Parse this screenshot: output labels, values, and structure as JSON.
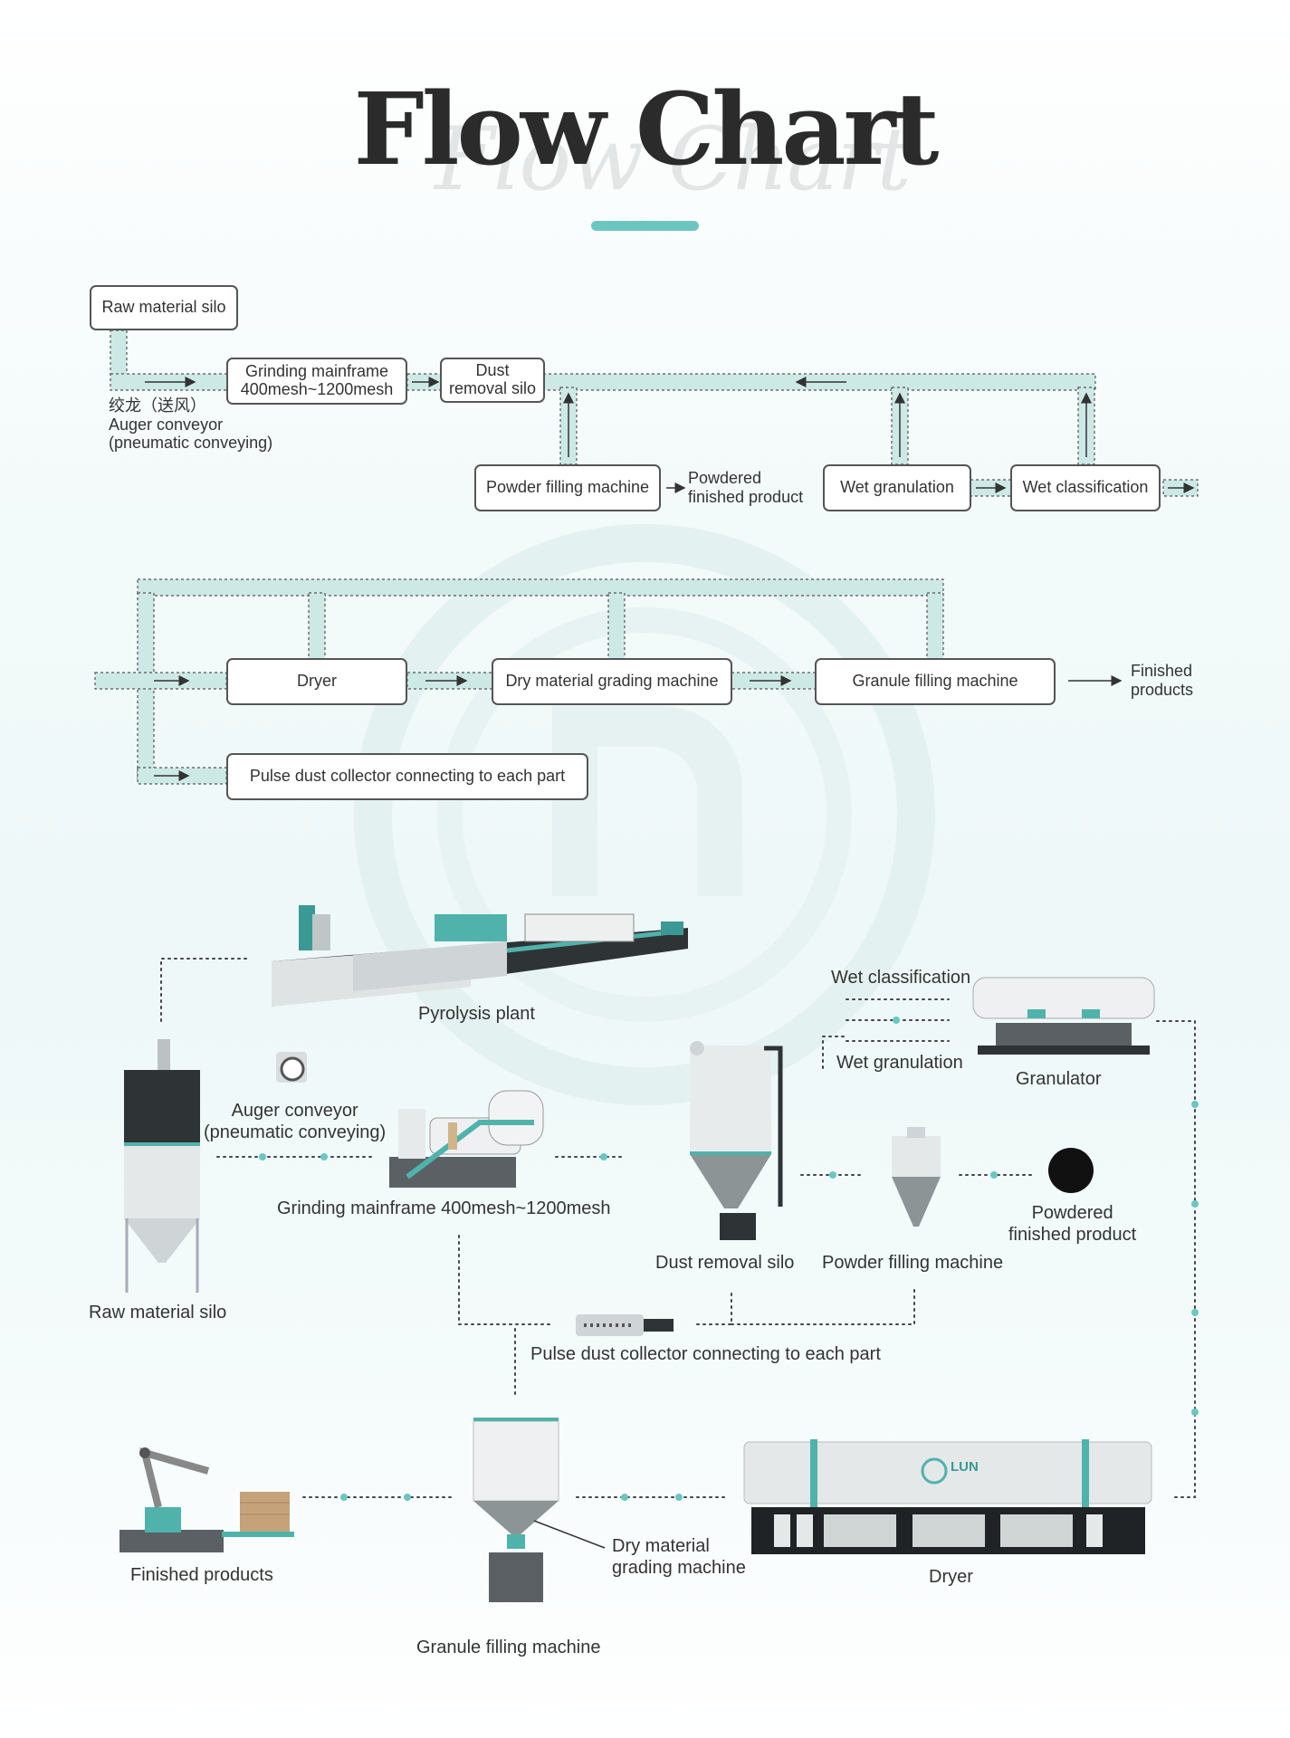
{
  "title": "Flow Chart",
  "title_shadow": "Flow Chart",
  "colors": {
    "accent": "#6bc6c1",
    "pipe": "#cde9e6",
    "dark": "#333333"
  },
  "flow": {
    "raw_material_silo": "Raw material silo",
    "auger_note": "绞龙（送风）\nAuger conveyor\n(pneumatic conveying)",
    "grinding": "Grinding mainframe\n400mesh~1200mesh",
    "dust_removal": "Dust\nremoval silo",
    "powder_filling": "Powder filling machine",
    "powdered_product": "Powdered\nfinished product",
    "wet_granulation": "Wet granulation",
    "wet_classification": "Wet classification",
    "dryer": "Dryer",
    "dry_grading": "Dry material grading machine",
    "granule_filling": "Granule filling machine",
    "finished_products": "Finished\nproducts",
    "pulse_dust": "Pulse dust collector connecting to each part"
  },
  "diagram": {
    "pyrolysis": "Pyrolysis plant",
    "wet_classification": "Wet classification",
    "wet_granulation": "Wet granulation",
    "granulator": "Granulator",
    "auger": "Auger conveyor\n(pneumatic conveying)",
    "grinding": "Grinding mainframe  400mesh~1200mesh",
    "raw_silo": "Raw material silo",
    "dust_silo": "Dust removal silo",
    "powder_filling": "Powder filling machine",
    "powdered_product": "Powdered\nfinished product",
    "pulse_dust": "Pulse dust collector connecting to each part",
    "finished_products": "Finished products",
    "granule_filling": "Granule filling machine",
    "dry_grading": "Dry material\ngrading machine",
    "dryer": "Dryer",
    "brand": "LUN"
  }
}
